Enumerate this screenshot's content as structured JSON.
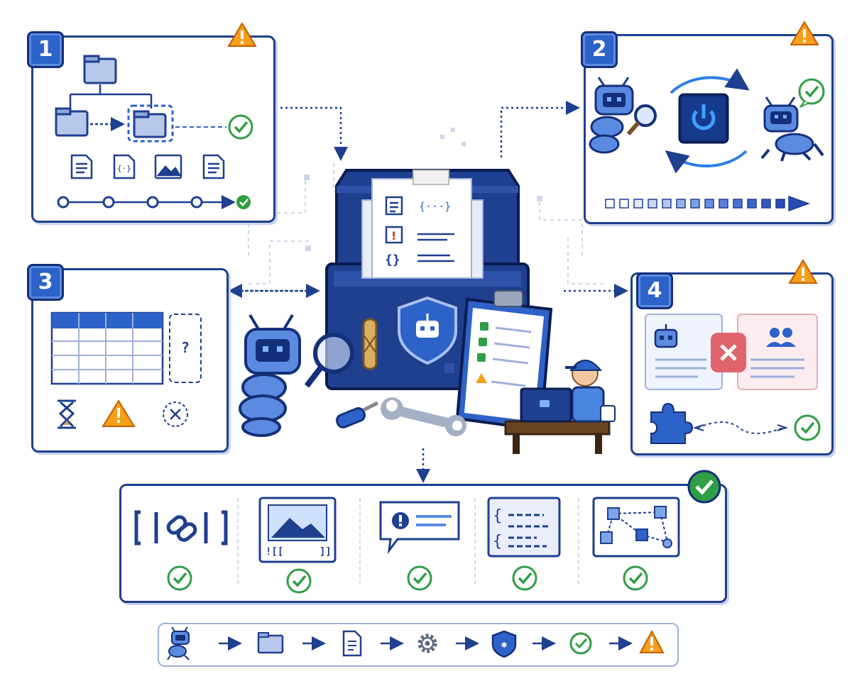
{
  "steps": [
    {
      "number": "1"
    },
    {
      "number": "2"
    },
    {
      "number": "3"
    },
    {
      "number": "4"
    }
  ],
  "panel3": {
    "placeholder_text": "?"
  },
  "output": {
    "items": [
      {
        "glyph": "[|🔗|]",
        "status": "ok"
      },
      {
        "caption": "![[      ]]",
        "status": "ok"
      },
      {
        "status": "ok"
      },
      {
        "status": "ok"
      },
      {
        "status": "ok"
      }
    ]
  },
  "pipeline": [
    "bug-robot-icon",
    "folder-icon",
    "document-icon",
    "gear-icon",
    "shield-icon",
    "check-icon",
    "warning-icon"
  ],
  "colors": {
    "primary": "#1f3f8f",
    "accent": "#2d62c8",
    "success": "#2f9e44",
    "warning": "#f59f1a",
    "error": "#e0646b"
  }
}
